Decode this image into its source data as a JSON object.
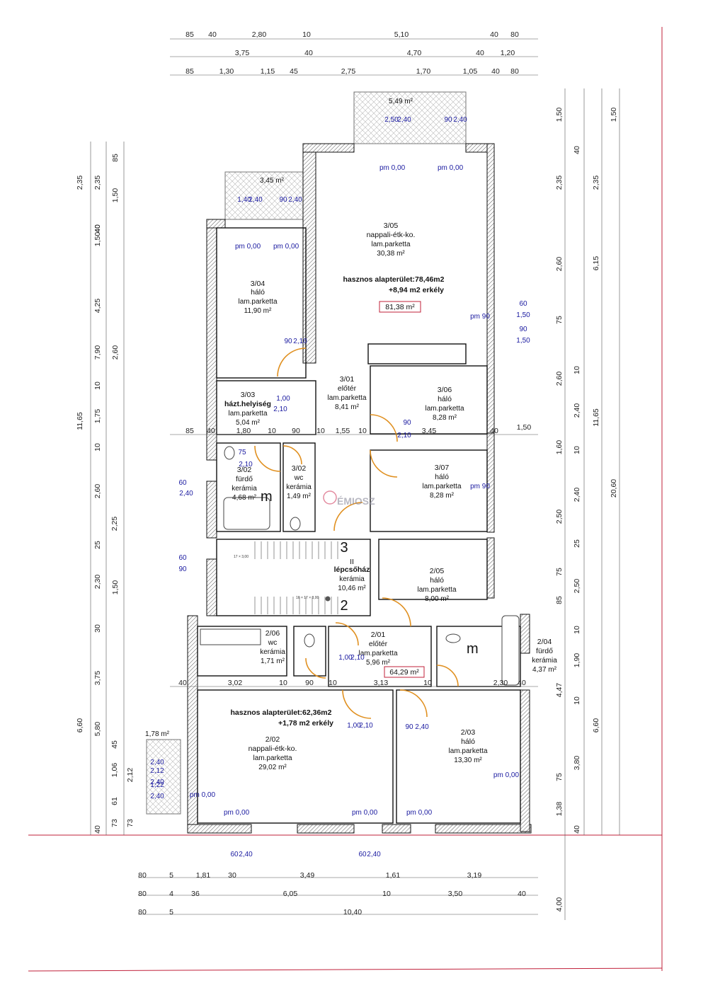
{
  "rooms": [
    {
      "id": "3/05",
      "name": "nappali-étk-ko.",
      "floor": "lam.parketta",
      "area": "30,38 m²"
    },
    {
      "id": "3/04",
      "name": "háló",
      "floor": "lam.parketta",
      "area": "11,90 m²"
    },
    {
      "id": "3/03",
      "name": "házt.helyiség",
      "floor": "lam.parketta",
      "area": "5,04 m²"
    },
    {
      "id": "3/01",
      "name": "előtér",
      "floor": "lam.parketta",
      "area": "8,41 m²"
    },
    {
      "id": "3/06",
      "name": "háló",
      "floor": "lam.parketta",
      "area": "8,28 m²"
    },
    {
      "id": "3/07",
      "name": "háló",
      "floor": "lam.parketta",
      "area": "8,28 m²"
    },
    {
      "id": "3/02",
      "name": "fürdő",
      "floor": "kerámia",
      "area": "4,68 m²"
    },
    {
      "id": "3/02",
      "name": "wc",
      "floor": "kerámia",
      "area": "1,49 m²"
    },
    {
      "id": "II",
      "name": "lépcsőház",
      "floor": "kerámia",
      "area": "10,46 m²"
    },
    {
      "id": "2/05",
      "name": "háló",
      "floor": "lam.parketta",
      "area": "8,00 m²"
    },
    {
      "id": "2/06",
      "name": "wc",
      "floor": "kerámia",
      "area": "1,71 m²"
    },
    {
      "id": "2/01",
      "name": "előtér",
      "floor": "lam.parketta",
      "area": "5,96 m²"
    },
    {
      "id": "2/04",
      "name": "fürdő",
      "floor": "kerámia",
      "area": "4,37 m²"
    },
    {
      "id": "2/02",
      "name": "nappali-étk-ko.",
      "floor": "lam.parketta",
      "area": "29,02 m²"
    },
    {
      "id": "2/03",
      "name": "háló",
      "floor": "lam.parketta",
      "area": "13,30 m²"
    }
  ],
  "summary3": {
    "useful": "hasznos alapterület:78,46m2",
    "balcony": "+8,94 m2 erkély",
    "total": "81,38 m²"
  },
  "summary2": {
    "useful": "hasznos alapterület:62,36m2",
    "balcony": "+1,78 m2 erkély",
    "total": "64,29 m²"
  },
  "balconies": {
    "top": "5,49 m²",
    "left": "3,45 m²",
    "bottom_left": "1,78 m²"
  },
  "levels": {
    "pm": "pm 0,00"
  },
  "stair": {
    "upper": "3",
    "lower": "2",
    "steps_upper": "17 × 3,00",
    "steps_lower": "16 × 17 × 3,00"
  },
  "letters": {
    "m": "m"
  },
  "watermark": "ÉMIOSZ",
  "dims": {
    "top1": [
      "85",
      "40",
      "2,80",
      "10",
      "5,10",
      "40",
      "80"
    ],
    "top2": [
      "3,75",
      "40",
      "4,70",
      "40",
      "1,20"
    ],
    "top3": [
      "85",
      "1,30",
      "1,15",
      "45",
      "2,75",
      "1,70",
      "1,05",
      "40",
      "80"
    ],
    "mid3": [
      "85",
      "40",
      "1,80",
      "10",
      "90",
      "10",
      "1,55",
      "10",
      "3,45",
      "40",
      "1,50"
    ],
    "mid2": [
      "40",
      "3,02",
      "10",
      "90",
      "10",
      "3,13",
      "10",
      "2,30",
      "40"
    ],
    "bot1": [
      "80",
      "5",
      "1,81",
      "30",
      "3,49",
      "1,61",
      "3,19"
    ],
    "bot2": [
      "80",
      "4",
      "36",
      "6,05",
      "10",
      "3,50",
      "40"
    ],
    "bot3": [
      "80",
      "5",
      "10,40"
    ],
    "left1": [
      "2,35",
      "11,65",
      "6,60"
    ],
    "left2": [
      "2,35",
      "1,50",
      "40",
      "7,90",
      "10",
      "1,75",
      "10",
      "2,60",
      "2,25",
      "25",
      "2,30",
      "30",
      "3,75",
      "5,80",
      "45",
      "1,06",
      "61",
      "73",
      "40"
    ],
    "left3": [
      "85",
      "1,50",
      "40",
      "4,25",
      "2,60",
      "1,50",
      "2,12",
      "73"
    ],
    "right1": [
      "1,50",
      "40",
      "2,35",
      "2,60",
      "75",
      "2,60",
      "10",
      "2,40",
      "1,60",
      "10",
      "2,40",
      "2,50",
      "25",
      "75",
      "2,50",
      "85",
      "10",
      "1,90",
      "4,47",
      "10",
      "3,80",
      "75",
      "1,38",
      "40",
      "4,00"
    ],
    "right2": [
      "1,50",
      "2,35",
      "6,15",
      "11,65",
      "20,60",
      "6,60"
    ],
    "blue": [
      "2,50",
      "2,40",
      "90",
      "2,40",
      "1,40",
      "2,40",
      "90",
      "2,40",
      "90",
      "2,10",
      "60",
      "1,50",
      "90",
      "1,50",
      "pm 90",
      "pm 90",
      "60",
      "2,40",
      "60",
      "90",
      "1,00",
      "2,10",
      "1,00",
      "2,10",
      "60",
      "2,40",
      "60",
      "2,40",
      "75",
      "2,10",
      "90",
      "2,10",
      "1,00",
      "2,10",
      "90",
      "2,40",
      "2,40",
      "2,12",
      "2,40",
      "1,22",
      "2,40",
      "pm 0,00",
      "pm 0,00"
    ]
  }
}
